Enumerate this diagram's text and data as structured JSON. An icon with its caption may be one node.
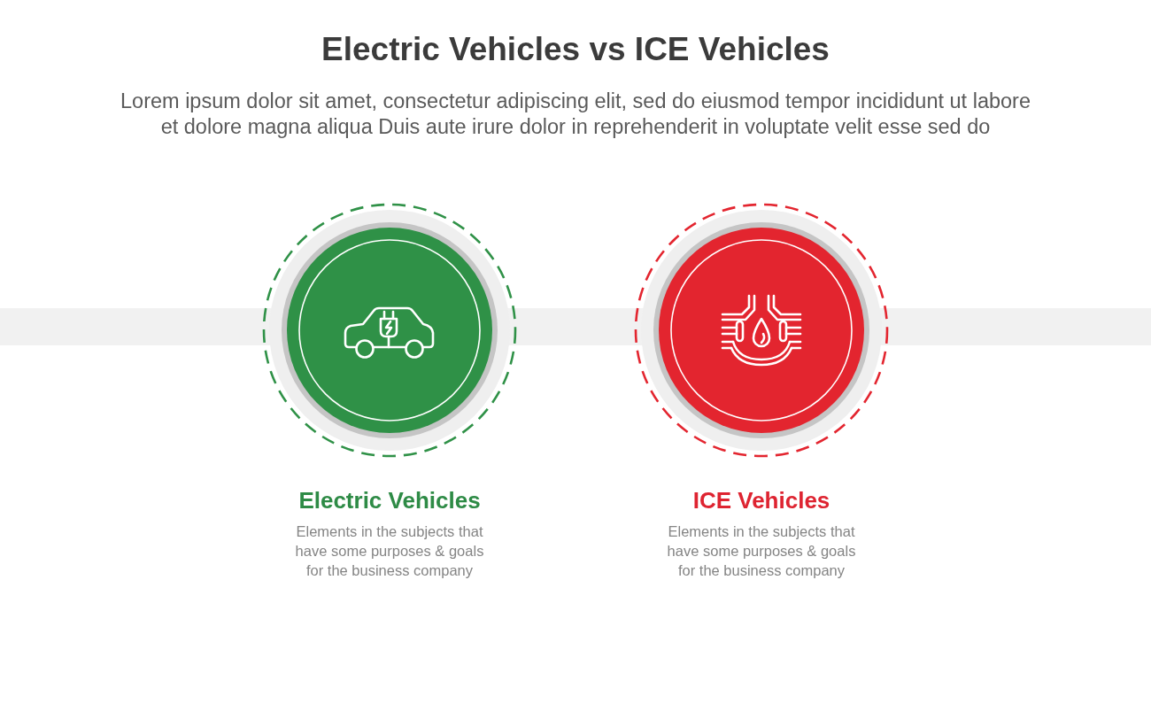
{
  "diagram": {
    "title": "Electric Vehicles vs ICE Vehicles",
    "nodes": [
      {
        "text": [
          "Electric Vehicles",
          "Elements in the subjects that have some purposes & goals for the business company"
        ]
      },
      {
        "text": [
          "ICE Vehicles",
          "Elements in the subjects that have some purposes & goals for the business company"
        ]
      }
    ],
    "labels": [
      "Lorem ipsum dolor sit amet, consectetur adipiscing elit, sed do eiusmod tempor incididunt ut labore et dolore magna aliqua Duis aute irure dolor in reprehenderit in voluptate velit esse sed do"
    ]
  }
}
